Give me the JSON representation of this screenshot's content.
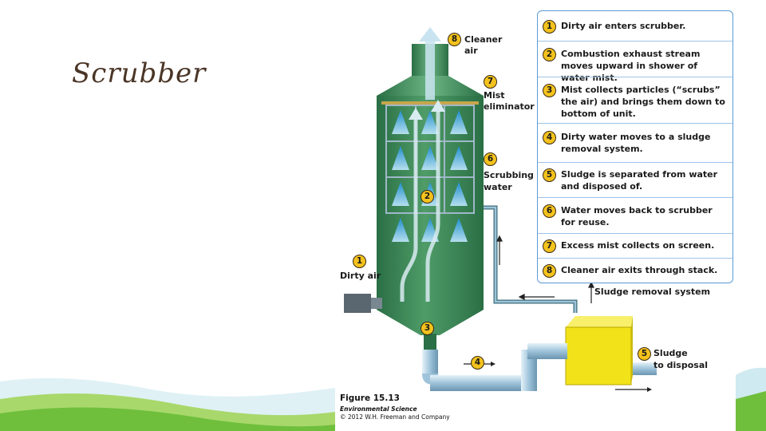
{
  "slide": {
    "title": "Scrubber"
  },
  "steps": [
    {
      "num": "1",
      "text": "Dirty air enters scrubber."
    },
    {
      "num": "2",
      "text": "Combustion exhaust stream moves upward in shower of water mist."
    },
    {
      "num": "3",
      "text": "Mist collects particles (“scrubs” the air) and brings them down to bottom of unit."
    },
    {
      "num": "4",
      "text": "Dirty water moves to a sludge removal system."
    },
    {
      "num": "5",
      "text": "Sludge is separated from water and disposed of."
    },
    {
      "num": "6",
      "text": "Water moves back to scrubber for reuse."
    },
    {
      "num": "7",
      "text": "Excess mist collects on screen."
    },
    {
      "num": "8",
      "text": "Cleaner air exits through stack."
    }
  ],
  "labels": {
    "cleaner_air": {
      "num": "8",
      "line1": "Cleaner",
      "line2": "air"
    },
    "mist_eliminator": {
      "num": "7",
      "line1": "Mist",
      "line2": "eliminator"
    },
    "scrubbing_water": {
      "num": "6",
      "line1": "Scrubbing",
      "line2": "water"
    },
    "dirty_air": {
      "num": "1",
      "line1": "Dirty air"
    },
    "shower": {
      "num": "2"
    },
    "bottom": {
      "num": "3"
    },
    "pipe": {
      "num": "4"
    },
    "sludge_disposal": {
      "num": "5",
      "line1": "Sludge",
      "line2": "to disposal"
    },
    "sludge_system": {
      "text": "Sludge removal system"
    }
  },
  "caption": {
    "title": "Figure 15.13",
    "subtitle": "Environmental Science",
    "copyright": "© 2012 W.H. Freeman and Company"
  },
  "colors": {
    "tower_green": "#2f7a4c",
    "tower_light": "#5fae78",
    "spray_blue": "#2aa8e6",
    "pipe": "#9ec3da",
    "sludge_box": "#f2e21a",
    "badge_yellow": "#f4c21d",
    "panel_border": "#5b9bd5",
    "slide_text": "#4a3526",
    "grass": "#6fbf3c"
  }
}
